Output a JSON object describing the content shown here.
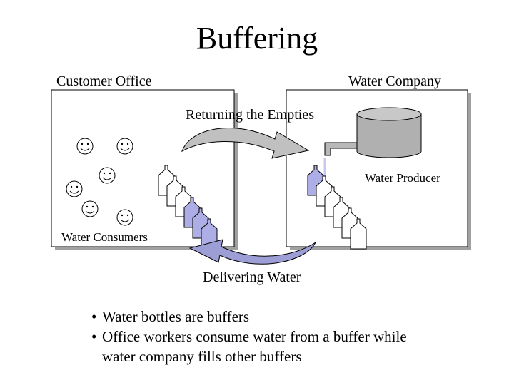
{
  "title": "Buffering",
  "labels": {
    "customer_office": "Customer Office",
    "water_company": "Water Company",
    "returning": "Returning the Empties",
    "delivering": "Delivering Water",
    "consumers": "Water Consumers",
    "producer": "Water Producer"
  },
  "bullets": [
    {
      "marker": "•",
      "text": "Water bottles are buffers"
    },
    {
      "marker": "•",
      "text": "Office workers consume water from a buffer while"
    },
    {
      "marker": "",
      "text": "water company fills other buffers"
    }
  ],
  "colors": {
    "bottle_full": "#aeaee6",
    "bottle_empty": "#ffffff",
    "tank": "#b0b0b0",
    "pipe_highlight": "#c8c8f0",
    "return_arrow": "#c0c0c0",
    "deliver_arrow": "#9e9ed6",
    "box_shadow": "#a0a0a0"
  },
  "icons": [
    "smiley-face-icon",
    "water-bottle-icon",
    "water-tank-icon",
    "pipe-icon",
    "curved-arrow-icon"
  ],
  "office_bottle_fill": [
    "empty",
    "empty",
    "empty",
    "full",
    "full",
    "full"
  ],
  "company_bottle_fill": [
    "full",
    "empty",
    "empty",
    "empty",
    "empty",
    "empty"
  ]
}
